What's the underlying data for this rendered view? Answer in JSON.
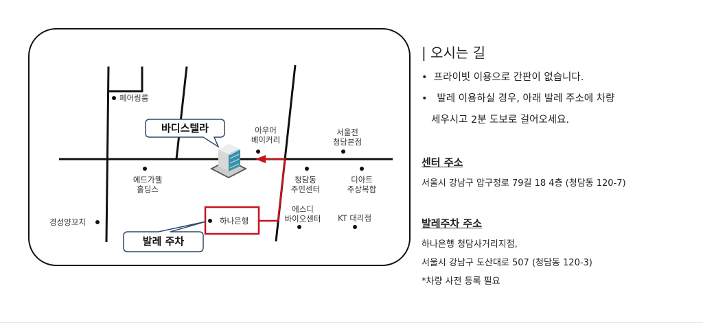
{
  "map": {
    "callouts": {
      "center": "바디스텔라",
      "valet": "발레 주차"
    },
    "places": {
      "pairing_room": "페어링룸",
      "our_bakery": [
        "아우어",
        "베이커리"
      ],
      "seouljeon": [
        "서울전",
        "청담본점"
      ],
      "edgewell": [
        "에드가웰",
        "홀딩스"
      ],
      "community_center": [
        "청담동",
        "주민센터"
      ],
      "diart": [
        "디아트",
        "주상복합"
      ],
      "sd_bio": [
        "에스디",
        "바이오센터"
      ],
      "kt": "KT 대리점",
      "skewer": "경성양꼬치",
      "hana_bank": "하나은행"
    },
    "colors": {
      "route": "#c8141e",
      "callout_border": "#2e4a6b"
    }
  },
  "directions": {
    "title": "| 오시는 길",
    "bullets": [
      "프라이빗 이용으로 간판이 없습니다.",
      "발레 이용하실 경우, 아래 발레 주소에 차량",
      "세우시고 2분 도보로 걸어오세요."
    ],
    "center_heading": "센터 주소",
    "center_address": "서울시 강남구 압구정로 79길 18 4층 (청담동 120-7)",
    "valet_heading": "발레주차 주소",
    "valet_lines": [
      "하나은행 청담사거리지점,",
      "서울시 강남구 도산대로 507 (청담동 120-3)",
      "*차량 사전 등록 필요"
    ]
  }
}
